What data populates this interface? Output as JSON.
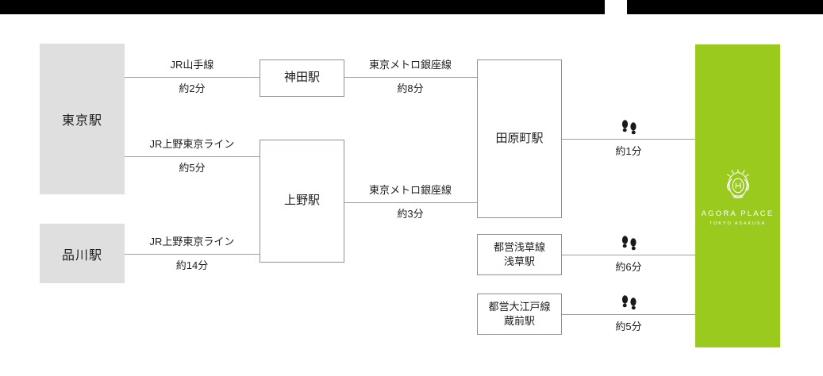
{
  "decor": {
    "topbar_color": "#000000",
    "line_color": "#9aa1ad",
    "gray_box_color": "#dfdfdf",
    "brand_green": "#9ACA1E"
  },
  "origins": [
    {
      "id": "tokyo",
      "label": "東京駅"
    },
    {
      "id": "shinagawa",
      "label": "品川駅"
    }
  ],
  "transfer_stations": [
    {
      "id": "kanda",
      "label": "神田駅"
    },
    {
      "id": "ueno",
      "label": "上野駅"
    },
    {
      "id": "tawaramachi",
      "label": "田原町駅"
    }
  ],
  "terminal_stations": [
    {
      "id": "asakusa",
      "line": "都営浅草線",
      "label": "浅草駅"
    },
    {
      "id": "kuramae",
      "line": "都営大江戸線",
      "label": "蔵前駅"
    }
  ],
  "edges": [
    {
      "id": "tokyo-kanda",
      "line_name": "JR山手線",
      "duration": "約2分"
    },
    {
      "id": "kanda-tawaramachi",
      "line_name": "東京メトロ銀座線",
      "duration": "約8分"
    },
    {
      "id": "tokyo-ueno",
      "line_name": "JR上野東京ライン",
      "duration": "約5分"
    },
    {
      "id": "shinagawa-ueno",
      "line_name": "JR上野東京ライン",
      "duration": "約14分"
    },
    {
      "id": "ueno-tawaramachi",
      "line_name": "東京メトロ銀座線",
      "duration": "約3分"
    }
  ],
  "walks": [
    {
      "id": "walk-tawaramachi",
      "icon": "footprints-icon",
      "duration": "約1分"
    },
    {
      "id": "walk-asakusa",
      "icon": "footprints-icon",
      "duration": "約6分"
    },
    {
      "id": "walk-kuramae",
      "icon": "footprints-icon",
      "duration": "約5分"
    }
  ],
  "brand": {
    "crest": "crest-icon",
    "name": "AGORA PLACE",
    "sub": "TOKYO ASAKUSA"
  }
}
